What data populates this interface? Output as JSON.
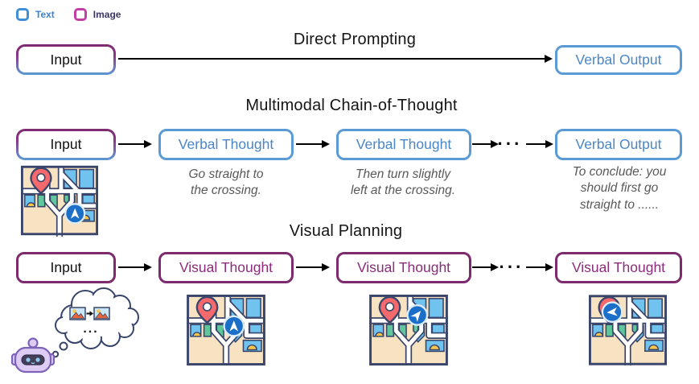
{
  "legend": {
    "text_label": "Text",
    "image_label": "Image"
  },
  "titles": {
    "direct": "Direct Prompting",
    "mcot": "Multimodal Chain-of-Thought",
    "visual": "Visual Planning"
  },
  "direct": {
    "input_label": "Input",
    "output_label": "Verbal Output"
  },
  "mcot": {
    "input_label": "Input",
    "thoughts": [
      "Verbal Thought",
      "Verbal Thought"
    ],
    "output_label": "Verbal Output",
    "ellipsis": "···",
    "captions": [
      "Go straight to\nthe crossing.",
      "Then turn slightly\nleft at the crossing.",
      "To conclude: you\nshould first go\nstraight to ......"
    ]
  },
  "visual": {
    "input_label": "Input",
    "thoughts": [
      "Visual Thought",
      "Visual Thought",
      "Visual Thought"
    ],
    "ellipsis": "···",
    "cloud_ellipsis": "..."
  },
  "icons": {
    "legend_text_swatch": "text-swatch-icon",
    "legend_image_swatch": "image-swatch-icon",
    "map": "map-icon",
    "pin": "location-pin-icon",
    "navigation": "navigation-arrow-icon",
    "robot": "robot-icon",
    "thought_cloud": "thought-cloud-icon",
    "image_thumbnail": "image-thumbnail-icon"
  },
  "colors": {
    "blue_border": "#5b9bd5",
    "blue_text": "#4a86c8",
    "purple_border": "#7d2a6f",
    "purple_text": "#8a2d7a",
    "legend_blue": "#3f8ed6",
    "legend_magenta": "#c33fa8",
    "caption_gray": "#595959",
    "arrow_black": "#000000",
    "map_beige": "#f7e2c1",
    "map_blue": "#6fc3ee",
    "map_green": "#5fc79b",
    "pin_red": "#f4696b",
    "nav_blue": "#1c6fc8",
    "robot_purple": "#ddccf3"
  }
}
